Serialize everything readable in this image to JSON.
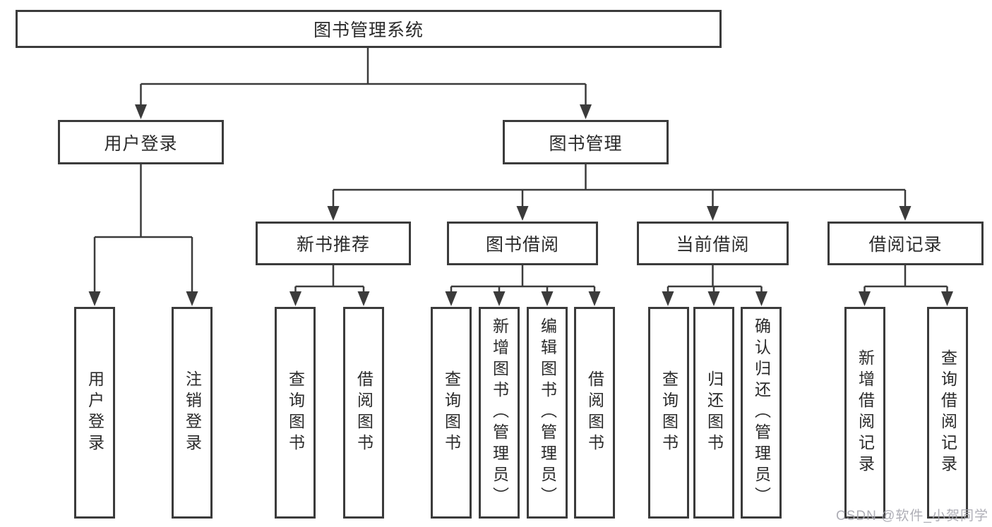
{
  "diagram": {
    "title": "图书管理系统",
    "branches": [
      {
        "label": "用户登录",
        "children": [
          {
            "label": "用户登录"
          },
          {
            "label": "注销登录"
          }
        ]
      },
      {
        "label": "图书管理",
        "sections": [
          {
            "label": "新书推荐",
            "children": [
              {
                "label": "查询图书"
              },
              {
                "label": "借阅图书"
              }
            ]
          },
          {
            "label": "图书借阅",
            "children": [
              {
                "label": "查询图书"
              },
              {
                "label": "新增图书（管理员）"
              },
              {
                "label": "编辑图书（管理员）"
              },
              {
                "label": "借阅图书"
              }
            ]
          },
          {
            "label": "当前借阅",
            "children": [
              {
                "label": "查询图书"
              },
              {
                "label": "归还图书"
              },
              {
                "label": "确认归还（管理员）"
              }
            ]
          },
          {
            "label": "借阅记录",
            "children": [
              {
                "label": "新增借阅记录"
              },
              {
                "label": "查询借阅记录"
              }
            ]
          }
        ]
      }
    ]
  },
  "watermark": {
    "text": "CSDN @软件_小贺同学"
  },
  "colors": {
    "line": "#3b3b3b",
    "border": "#3b3b3b",
    "text": "#2b2b2b",
    "background": "#ffffff",
    "watermark": "#a6a6af"
  }
}
